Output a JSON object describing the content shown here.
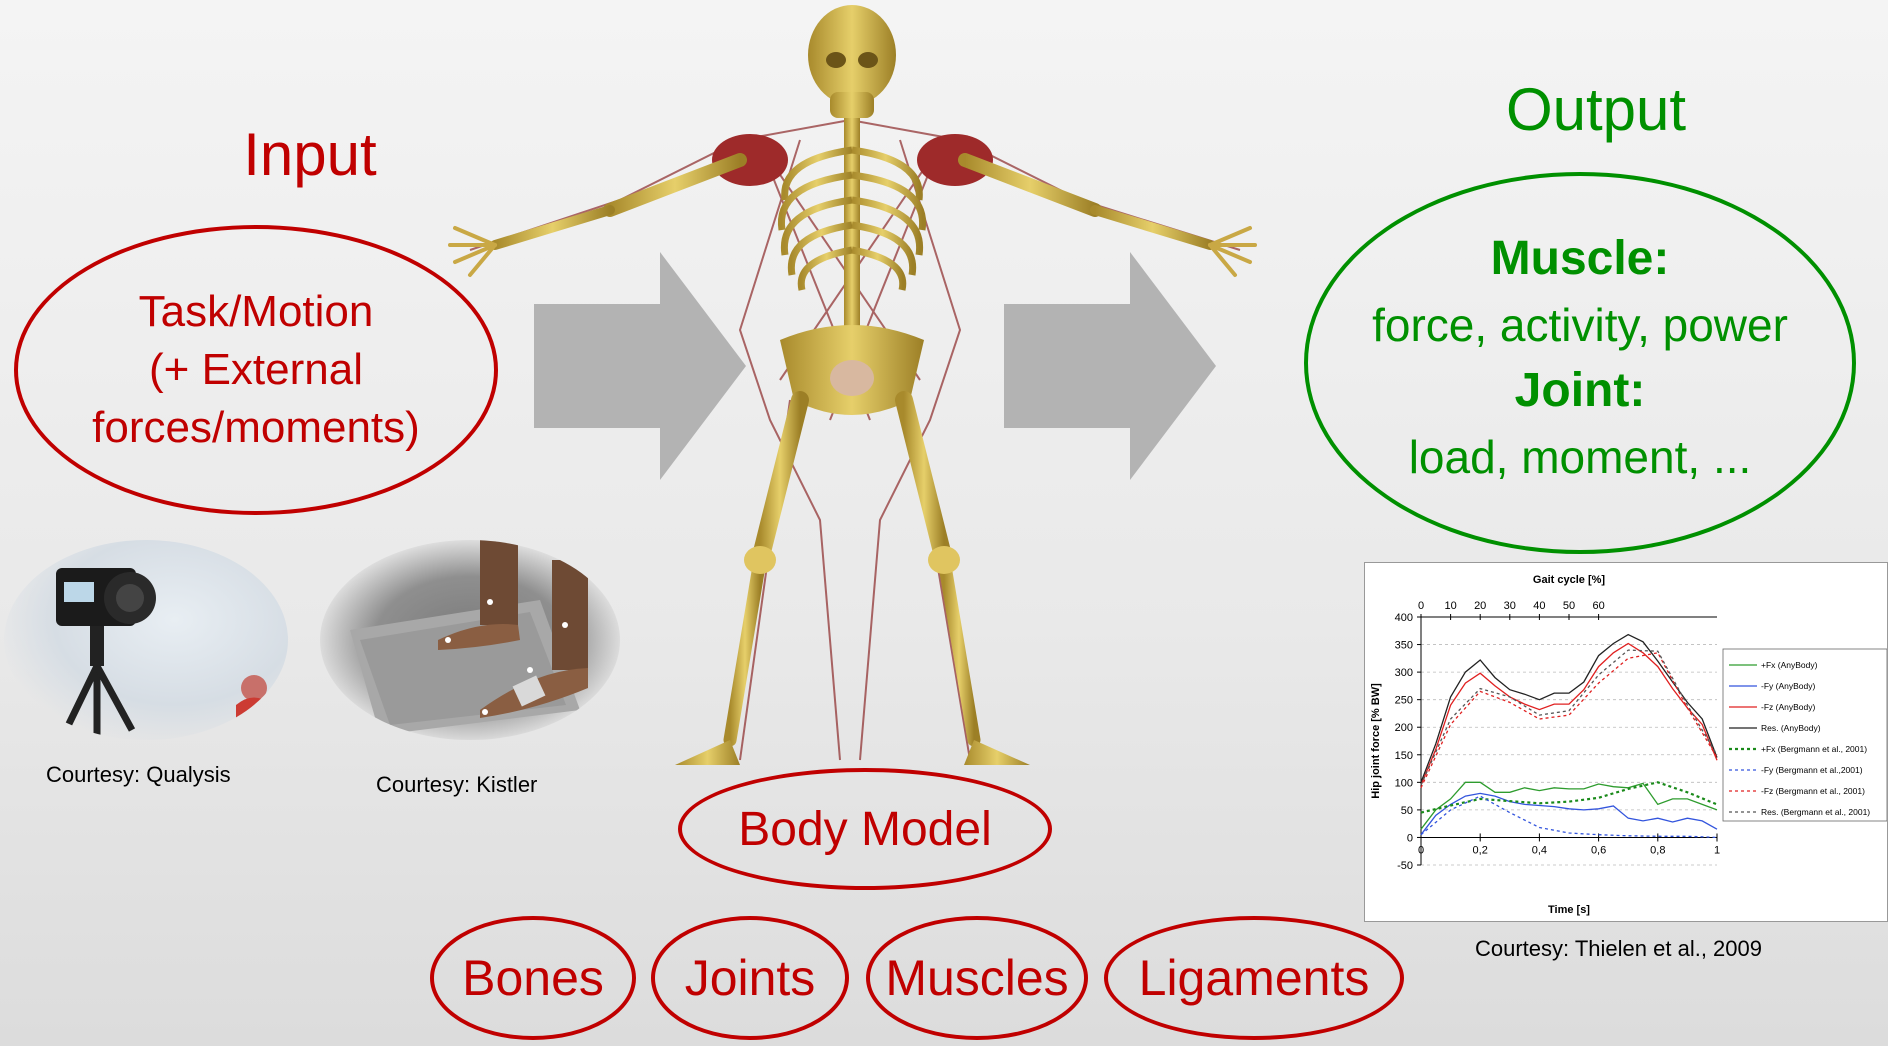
{
  "input": {
    "heading": "Input",
    "ellipse_lines": [
      "Task/Motion",
      "(+ External",
      "forces/moments)"
    ],
    "courtesy_qualysis": "Courtesy: Qualysis",
    "courtesy_kistler": "Courtesy: Kistler"
  },
  "output": {
    "heading": "Output",
    "muscle_label": "Muscle:",
    "muscle_text": "force, activity, power",
    "joint_label": "Joint:",
    "joint_text": "load, moment, ...",
    "courtesy_chart": "Courtesy: Thielen et al., 2009"
  },
  "model": {
    "body_model": "Body Model",
    "parts": [
      "Bones",
      "Joints",
      "Muscles",
      "Ligaments"
    ]
  },
  "colors": {
    "red": "#c00000",
    "green": "#009000",
    "arrow": "#b3b3b3"
  },
  "chart_data": {
    "type": "line",
    "top_axis_title": "Gait cycle [%]",
    "top_ticks": [
      "0",
      "10",
      "20",
      "30",
      "40",
      "50",
      "60"
    ],
    "xlabel": "Time [s]",
    "ylabel": "Hip joint force [% BW]",
    "x_ticks": [
      "0",
      "0,2",
      "0,4",
      "0,6",
      "0,8",
      "1"
    ],
    "y_ticks": [
      "-50",
      "0",
      "50",
      "100",
      "150",
      "200",
      "250",
      "300",
      "350",
      "400"
    ],
    "xlim": [
      0,
      1
    ],
    "ylim": [
      -50,
      400
    ],
    "legend_position": "right",
    "series": [
      {
        "name": "+Fx (AnyBody)",
        "color": "#2e9c2e",
        "dash": "solid",
        "x": [
          0,
          0.05,
          0.1,
          0.15,
          0.2,
          0.25,
          0.3,
          0.35,
          0.4,
          0.45,
          0.5,
          0.55,
          0.6,
          0.65,
          0.7,
          0.75,
          0.8,
          0.85,
          0.9,
          0.95,
          1
        ],
        "y": [
          15,
          50,
          70,
          100,
          100,
          82,
          82,
          90,
          85,
          90,
          88,
          88,
          97,
          92,
          90,
          98,
          60,
          70,
          70,
          60,
          50
        ]
      },
      {
        "name": "-Fy (AnyBody)",
        "color": "#3355dd",
        "dash": "solid",
        "x": [
          0,
          0.05,
          0.1,
          0.15,
          0.2,
          0.25,
          0.3,
          0.35,
          0.4,
          0.45,
          0.5,
          0.55,
          0.6,
          0.65,
          0.7,
          0.75,
          0.8,
          0.85,
          0.9,
          0.95,
          1
        ],
        "y": [
          5,
          40,
          60,
          75,
          80,
          75,
          65,
          60,
          58,
          56,
          52,
          50,
          52,
          57,
          35,
          30,
          35,
          28,
          35,
          30,
          15
        ]
      },
      {
        "name": "-Fz (AnyBody)",
        "color": "#e02020",
        "dash": "solid",
        "x": [
          0,
          0.05,
          0.1,
          0.15,
          0.2,
          0.25,
          0.3,
          0.35,
          0.4,
          0.45,
          0.5,
          0.55,
          0.6,
          0.65,
          0.7,
          0.75,
          0.8,
          0.85,
          0.9,
          0.95,
          1
        ],
        "y": [
          95,
          160,
          240,
          280,
          298,
          275,
          255,
          242,
          232,
          242,
          242,
          268,
          310,
          335,
          352,
          335,
          310,
          270,
          235,
          205,
          140
        ]
      },
      {
        "name": "Res. (AnyBody)",
        "color": "#222222",
        "dash": "solid",
        "x": [
          0,
          0.05,
          0.1,
          0.15,
          0.2,
          0.25,
          0.3,
          0.35,
          0.4,
          0.45,
          0.5,
          0.55,
          0.6,
          0.65,
          0.7,
          0.75,
          0.8,
          0.85,
          0.9,
          0.95,
          1
        ],
        "y": [
          100,
          170,
          255,
          300,
          322,
          290,
          268,
          260,
          250,
          262,
          262,
          282,
          330,
          352,
          368,
          355,
          320,
          282,
          245,
          215,
          145
        ]
      },
      {
        "name": "+Fx (Bergmann et al., 2001)",
        "color": "#1a8a1a",
        "dash": "dotted-bold",
        "x": [
          0,
          0.1,
          0.2,
          0.3,
          0.4,
          0.5,
          0.6,
          0.7,
          0.8,
          0.9,
          1
        ],
        "y": [
          45,
          58,
          70,
          66,
          62,
          65,
          72,
          88,
          100,
          82,
          60
        ]
      },
      {
        "name": "-Fy (Bergmann et al.,2001)",
        "color": "#3355dd",
        "dash": "dotted",
        "x": [
          0,
          0.1,
          0.2,
          0.3,
          0.4,
          0.5,
          0.6,
          0.7,
          0.8,
          0.9,
          1
        ],
        "y": [
          5,
          50,
          75,
          45,
          18,
          8,
          5,
          3,
          2,
          2,
          0
        ]
      },
      {
        "name": "-Fz (Bergmann et al., 2001)",
        "color": "#e02020",
        "dash": "dotted",
        "x": [
          0,
          0.1,
          0.2,
          0.3,
          0.4,
          0.5,
          0.6,
          0.7,
          0.8,
          0.9,
          1
        ],
        "y": [
          90,
          205,
          265,
          245,
          215,
          222,
          280,
          325,
          335,
          235,
          145
        ]
      },
      {
        "name": "Res. (Bergmann et al., 2001)",
        "color": "#555555",
        "dash": "dotted",
        "x": [
          0,
          0.1,
          0.2,
          0.3,
          0.4,
          0.5,
          0.6,
          0.7,
          0.8,
          0.9,
          1
        ],
        "y": [
          95,
          215,
          270,
          255,
          222,
          230,
          295,
          340,
          338,
          240,
          150
        ]
      }
    ]
  }
}
